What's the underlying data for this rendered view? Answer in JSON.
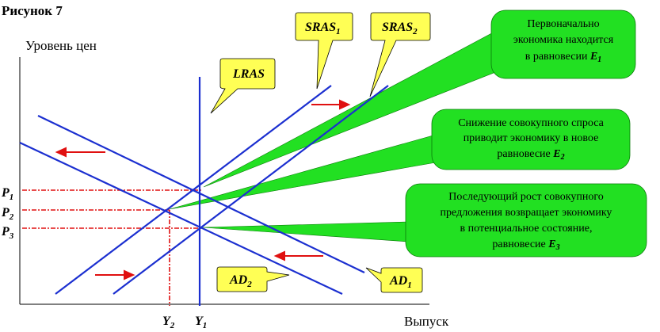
{
  "figure": {
    "title": "Рисунок 7",
    "y_axis_label": "Уровень цен",
    "x_axis_label": "Выпуск"
  },
  "curves": {
    "lras": "LRAS",
    "sras1": {
      "base": "SRAS",
      "sub": "1"
    },
    "sras2": {
      "base": "SRAS",
      "sub": "2"
    },
    "ad1": {
      "base": "AD",
      "sub": "1"
    },
    "ad2": {
      "base": "AD",
      "sub": "2"
    }
  },
  "price_levels": [
    {
      "base": "P",
      "sub": "1"
    },
    {
      "base": "P",
      "sub": "2"
    },
    {
      "base": "P",
      "sub": "3"
    }
  ],
  "output_levels": [
    {
      "base": "Y",
      "sub": "2"
    },
    {
      "base": "Y",
      "sub": "1"
    }
  ],
  "callouts": [
    {
      "lines": [
        "Первоначально",
        "экономика находится",
        "в равновесии"
      ],
      "eq_base": "E",
      "eq_sub": "1"
    },
    {
      "lines": [
        "Снижение совокупного спроса",
        "приводит экономику в новое",
        "равновесие"
      ],
      "eq_base": "E",
      "eq_sub": "2"
    },
    {
      "lines": [
        "Последующий рост совокупного",
        "предложения возвращает экономику",
        "в потенциальное состояние,",
        "равновесие"
      ],
      "eq_base": "E",
      "eq_sub": "3"
    }
  ],
  "colors": {
    "curve": "#1b2fd0",
    "guide": "#e01010",
    "arrow": "#e01010",
    "callout_green": "#22e022",
    "label_yellow": "#ffff55"
  }
}
